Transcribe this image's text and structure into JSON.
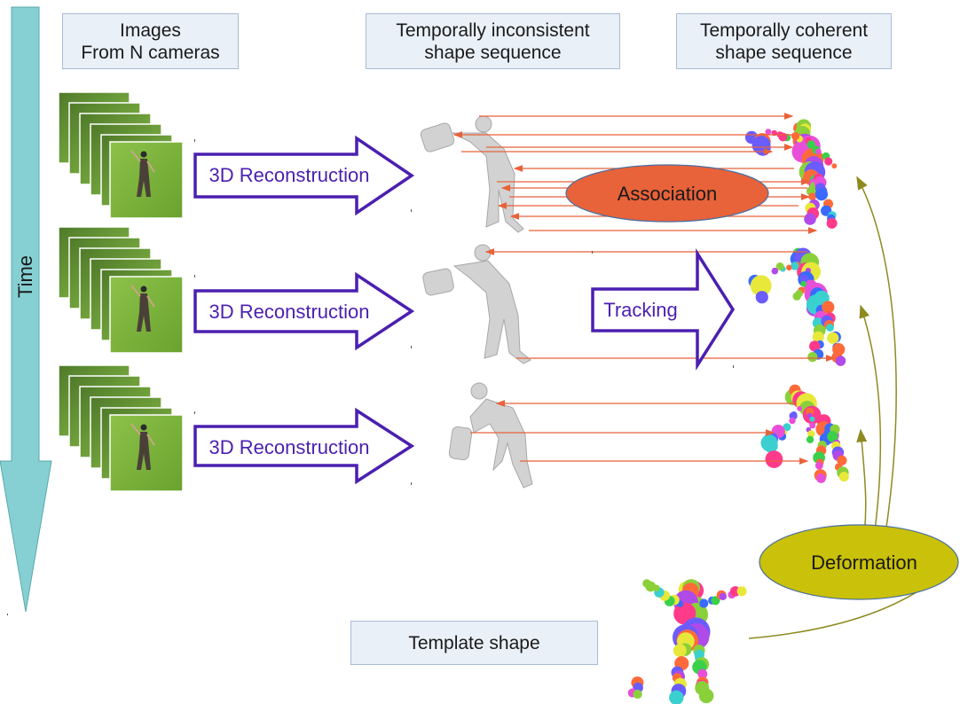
{
  "time_label": "Time",
  "header_images": [
    "Images",
    "From N cameras"
  ],
  "header_inconsistent": [
    "Temporally inconsistent",
    "shape sequence"
  ],
  "header_coherent": [
    "Temporally coherent",
    "shape sequence"
  ],
  "reconstruction_label": "3D Reconstruction",
  "association_label": "Association",
  "tracking_label": "Tracking",
  "deformation_label": "Deformation",
  "template_label": "Template shape",
  "colors": {
    "time_arrow": "#86d0d4",
    "reconstruction": "#4b1fb0",
    "association_fill": "#e8623a",
    "deformation_fill": "#c9c10a",
    "correspondence_line": "#e8623a",
    "deformation_curve": "#8e8a1f",
    "label_box_fill": "#eaf0f8",
    "photo_green": "#7fb33a"
  },
  "icons": [
    "camera-image-stack",
    "gray-mesh-figure",
    "colored-mesh-figure",
    "template-figure"
  ]
}
